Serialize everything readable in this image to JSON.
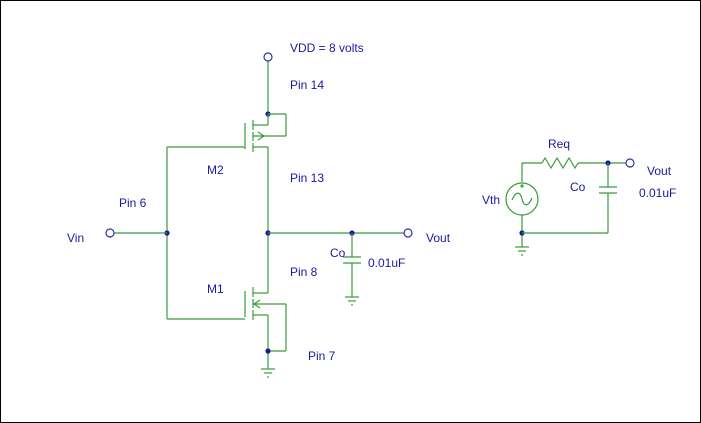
{
  "labels": {
    "vdd": "VDD = 8 volts",
    "pin14": "Pin 14",
    "pin13": "Pin 13",
    "pin6": "Pin 6",
    "pin8": "Pin 8",
    "pin7": "Pin 7",
    "m2": "M2",
    "m1": "M1",
    "vin": "Vin",
    "vout_left": "Vout",
    "co_left": "Co",
    "co_left_value": "0.01uF",
    "req": "Req",
    "vth": "Vth",
    "co_right": "Co",
    "vout_right": "Vout",
    "co_right_value": "0.01uF"
  },
  "colors": {
    "wire": "#3a9b3a",
    "terminal": "#3030b0",
    "node": "#1a1a9a",
    "text": "#1a1aa0",
    "border": "#000000"
  }
}
